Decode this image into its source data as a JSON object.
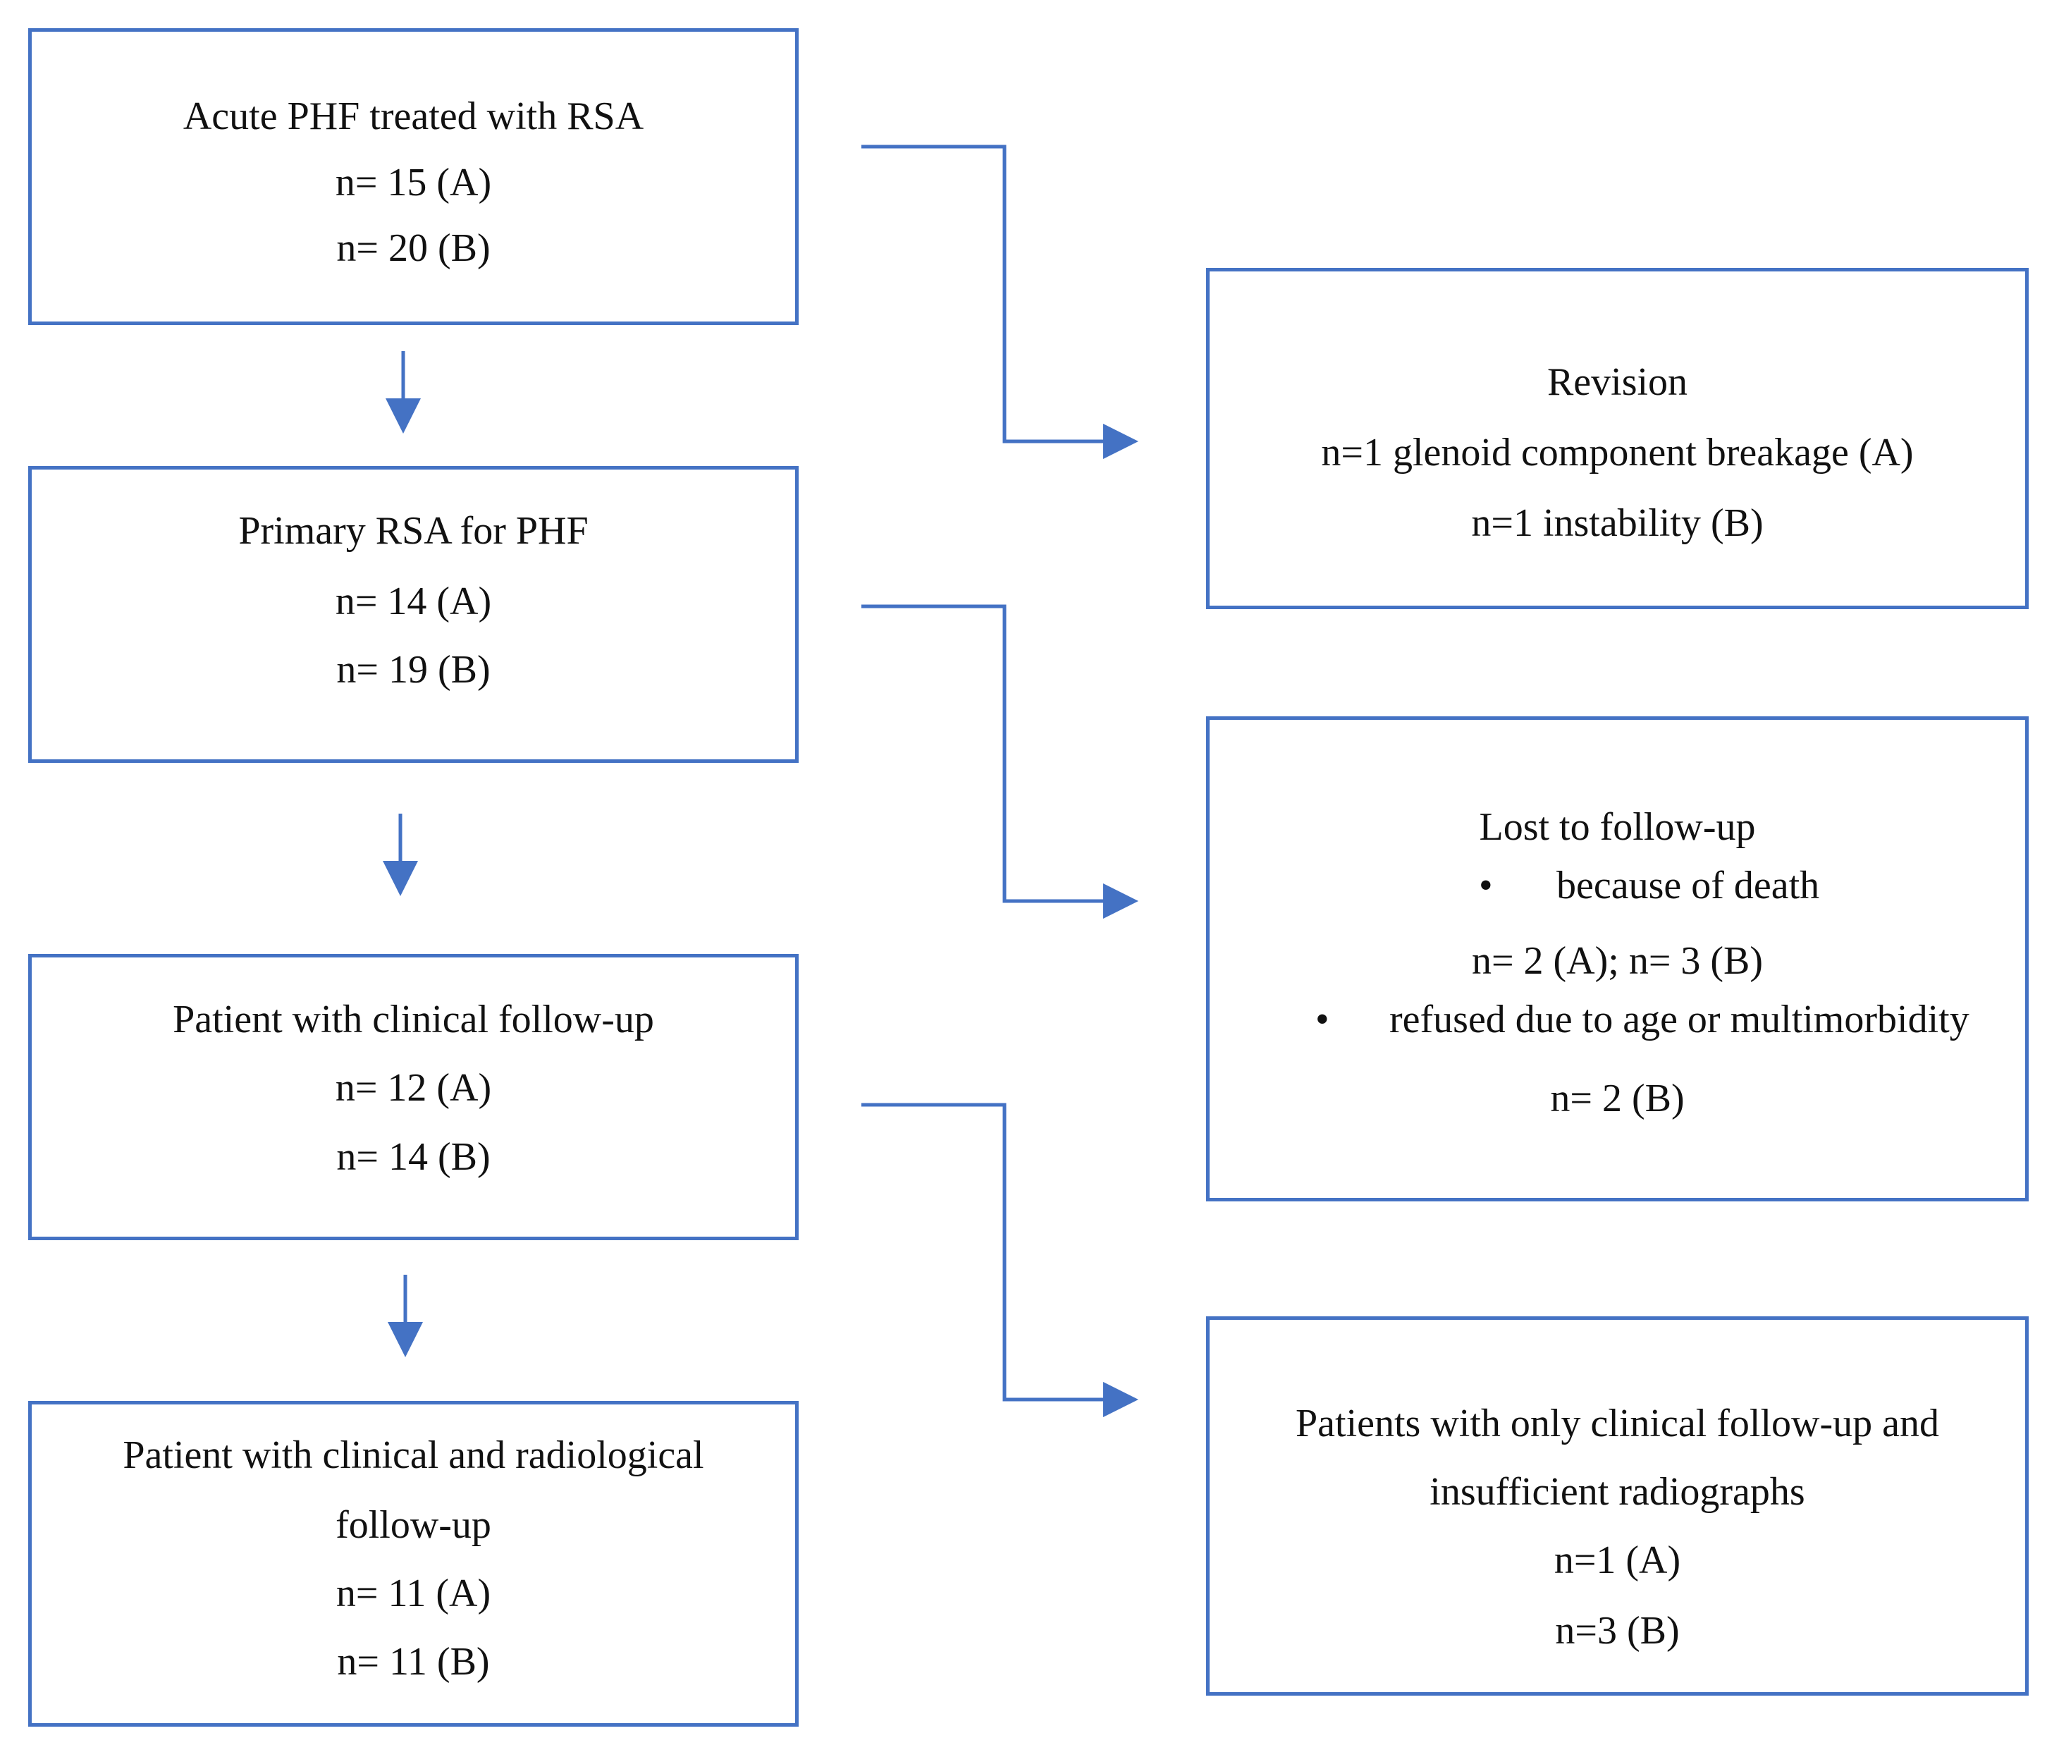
{
  "colors": {
    "border": "#4472c4",
    "connector": "#4472c4",
    "text": "#111111"
  },
  "boxes": {
    "acute": {
      "title": "Acute PHF treated with RSA",
      "a": "n= 15 (A)",
      "b": "n= 20 (B)"
    },
    "primary": {
      "title": "Primary RSA for PHF",
      "a": "n= 14 (A)",
      "b": "n= 19 (B)"
    },
    "clinical": {
      "title": "Patient with clinical follow-up",
      "a": "n= 12 (A)",
      "b": "n= 14 (B)"
    },
    "radiological": {
      "title_line1": "Patient with clinical and radiological",
      "title_line2": "follow-up",
      "a": "n= 11 (A)",
      "b": "n= 11 (B)"
    },
    "revision": {
      "title": "Revision",
      "line1": "n=1 glenoid component breakage (A)",
      "line2": "n=1 instability (B)"
    },
    "lost": {
      "title": "Lost to follow-up",
      "bullet1": "because of death",
      "bullet1_count": "n= 2 (A); n= 3 (B)",
      "bullet2": "refused due to age or multimorbidity",
      "bullet2_count": "n= 2 (B)"
    },
    "insufficient": {
      "title_line1": "Patients with only clinical follow-up and",
      "title_line2": "insufficient radiographs",
      "a": "n=1 (A)",
      "b": "n=3 (B)"
    }
  }
}
